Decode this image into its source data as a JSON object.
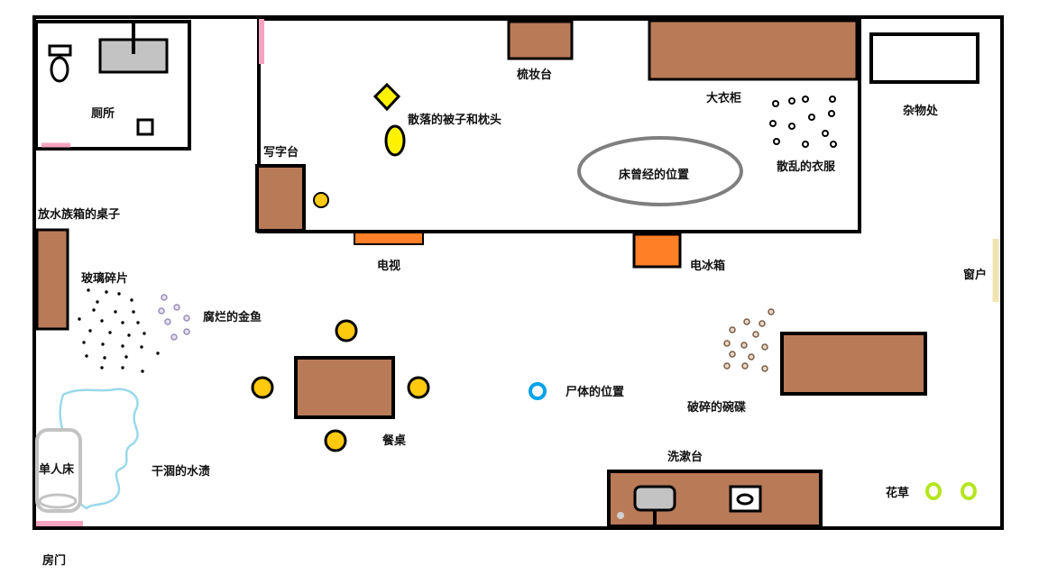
{
  "labels": {
    "toilet": "厕所",
    "dresser": "梳妆台",
    "wardrobe": "大衣柜",
    "storage": "杂物处",
    "bedding": "散落的被子和枕头",
    "desk": "写字台",
    "bed_former": "床曾经的位置",
    "clothes": "散乱的衣服",
    "fish_table": "放水族箱的桌子",
    "tv": "电视",
    "fridge": "电冰箱",
    "window": "窗户",
    "glass": "玻璃碎片",
    "goldfish": "腐烂的金鱼",
    "corpse": "尸体的位置",
    "dishes": "破碎的碗碟",
    "dining_table": "餐桌",
    "single_bed": "单人床",
    "water_stain": "干涸的水渍",
    "sink": "洗漱台",
    "plants": "花草",
    "door": "房门"
  },
  "colors": {
    "wall": "#000000",
    "furniture": "#b97a57",
    "chair": "#ffc90e",
    "appliance": "#ff7f27",
    "door_mark": "#f5a3c0",
    "window_mark": "#efe4b0",
    "bedding": "#fff200",
    "water": "#99d9ea",
    "corpse": "#00a2e8",
    "plant": "#b5e61d",
    "bed_outline": "#c3c3c3",
    "sink_fill": "#c3c3c3"
  }
}
